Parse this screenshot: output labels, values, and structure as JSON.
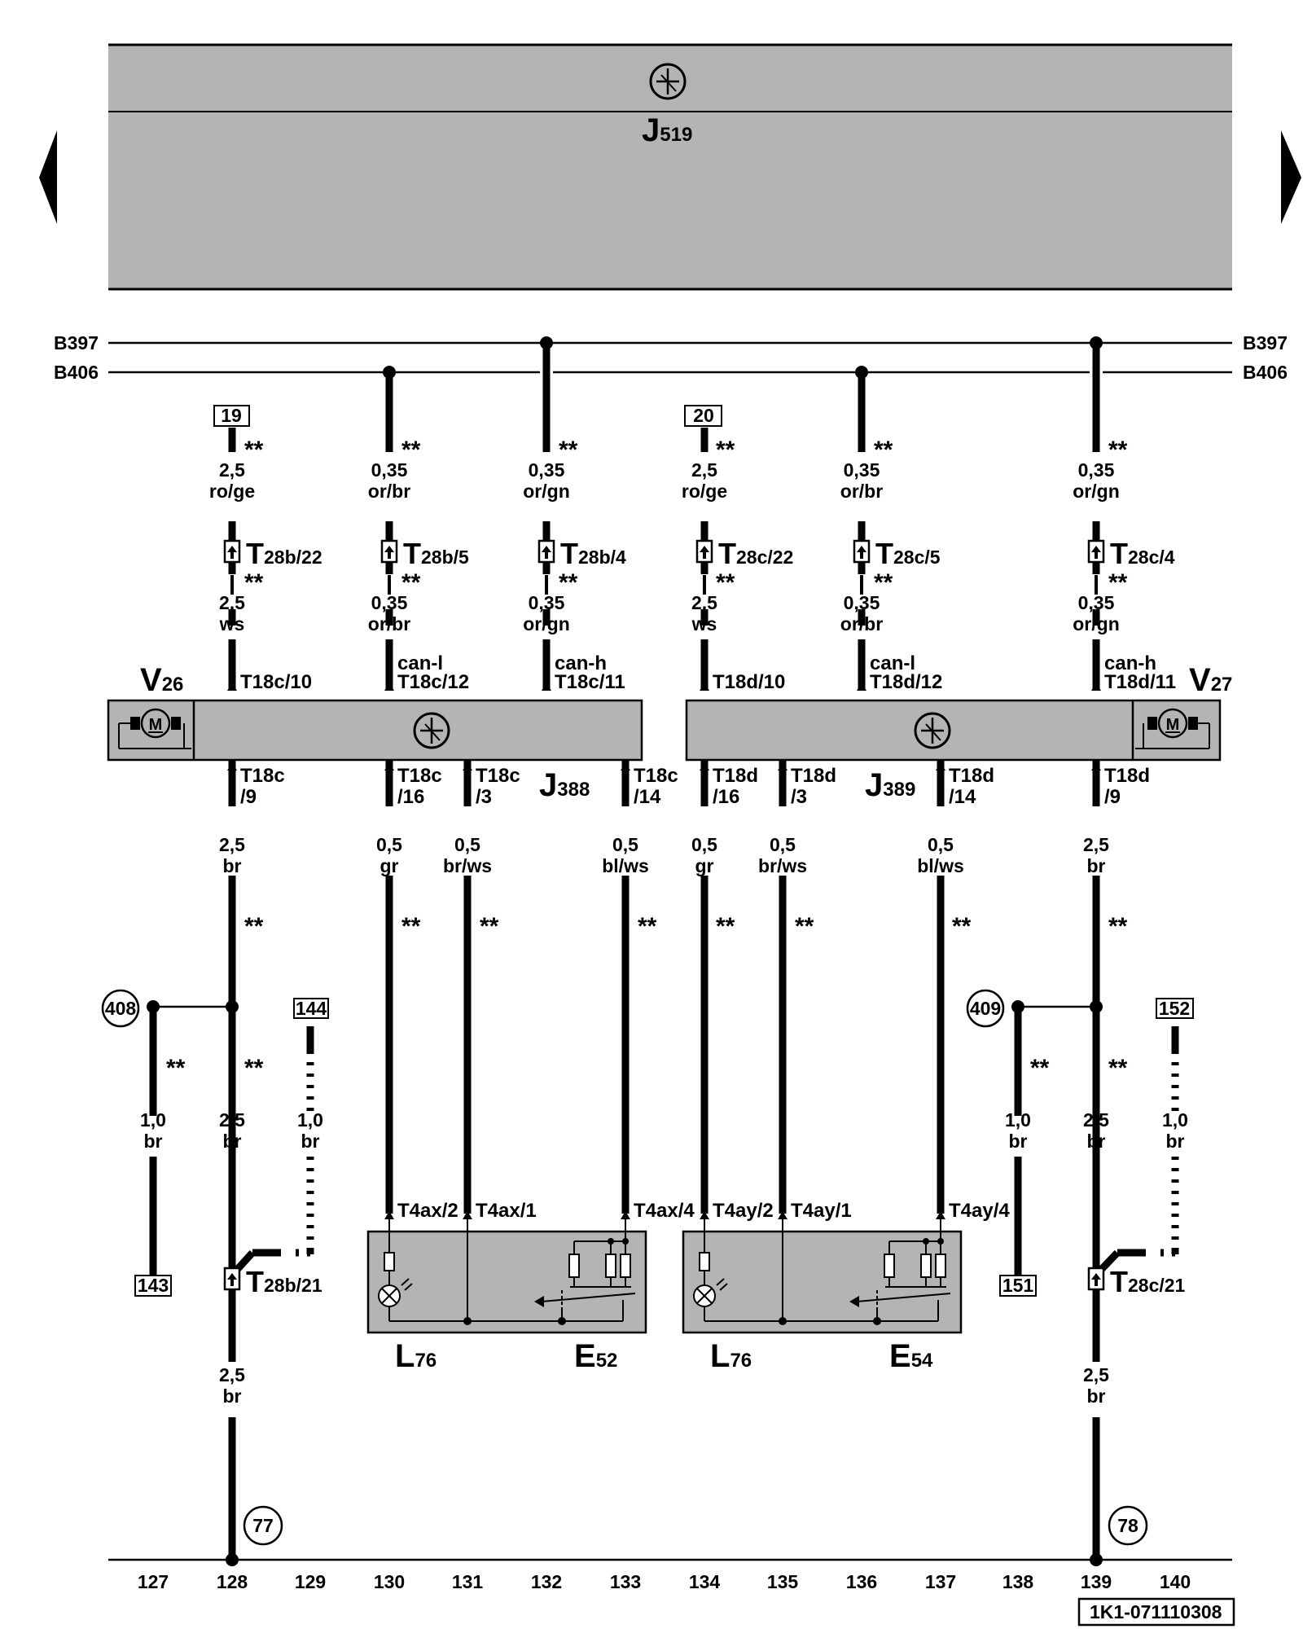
{
  "top_module": {
    "id_main": "J",
    "id_sub": "519"
  },
  "buses": {
    "b397": "B397",
    "b406": "B406"
  },
  "star": "**",
  "refs": {
    "r19": "19",
    "r20": "20",
    "r144": "144",
    "r143": "143",
    "r152": "152",
    "r151": "151",
    "c408": "408",
    "c409": "409",
    "c77": "77",
    "c78": "78"
  },
  "wires": {
    "w128_top": [
      "2,5",
      "ro/ge"
    ],
    "w128_mid": [
      "2,5",
      "ws"
    ],
    "w130_top": [
      "0,35",
      "or/br"
    ],
    "w130_mid": [
      "0,35",
      "or/br"
    ],
    "w132_top": [
      "0,35",
      "or/gn"
    ],
    "w132_mid": [
      "0,35",
      "or/gn"
    ],
    "w134_top": [
      "2,5",
      "ro/ge"
    ],
    "w134_mid": [
      "2,5",
      "ws"
    ],
    "w136_top": [
      "0,35",
      "or/br"
    ],
    "w136_mid": [
      "0,35",
      "or/br"
    ],
    "w139_top": [
      "0,35",
      "or/gn"
    ],
    "w139_mid": [
      "0,35",
      "or/gn"
    ],
    "w128_low": [
      "2,5",
      "br"
    ],
    "w130_low": [
      "0,5",
      "gr"
    ],
    "w131_low": [
      "0,5",
      "br/ws"
    ],
    "w133_low": [
      "0,5",
      "bl/ws"
    ],
    "w134_low": [
      "0,5",
      "gr"
    ],
    "w135_low": [
      "0,5",
      "br/ws"
    ],
    "w137_low": [
      "0,5",
      "bl/ws"
    ],
    "w139_low": [
      "2,5",
      "br"
    ],
    "w127_gnd": [
      "1,0",
      "br"
    ],
    "w128_gnd": [
      "2,5",
      "br"
    ],
    "w129_gnd": [
      "1,0",
      "br"
    ],
    "w138_gnd": [
      "1,0",
      "br"
    ],
    "w139_gnd": [
      "2,5",
      "br"
    ],
    "w140_gnd": [
      "1,0",
      "br"
    ],
    "w128_bot": [
      "2,5",
      "br"
    ],
    "w139_bot": [
      "2,5",
      "br"
    ]
  },
  "connectors": {
    "t28b22": [
      "T",
      "28b/22"
    ],
    "t28b5": [
      "T",
      "28b/5"
    ],
    "t28b4": [
      "T",
      "28b/4"
    ],
    "t28c22": [
      "T",
      "28c/22"
    ],
    "t28c5": [
      "T",
      "28c/5"
    ],
    "t28c4": [
      "T",
      "28c/4"
    ],
    "t28b21": [
      "T",
      "28b/21"
    ],
    "t28c21": [
      "T",
      "28c/21"
    ]
  },
  "pins": {
    "p_t18c10": "T18c/10",
    "p_t18c12": "T18c/12",
    "p_t18c11": "T18c/11",
    "p_t18d10": "T18d/10",
    "p_t18d12": "T18d/12",
    "p_t18d11": "T18d/11",
    "p_canl_l": "can-l",
    "p_canh_l": "can-h",
    "p_canl_r": "can-l",
    "p_canh_r": "can-h",
    "p_l9": [
      "T18c",
      "/9"
    ],
    "p_l16": [
      "T18c",
      "/16"
    ],
    "p_l3": [
      "T18c",
      "/3"
    ],
    "p_l14": [
      "T18c",
      "/14"
    ],
    "p_r16": [
      "T18d",
      "/16"
    ],
    "p_r3": [
      "T18d",
      "/3"
    ],
    "p_r14": [
      "T18d",
      "/14"
    ],
    "p_r9": [
      "T18d",
      "/9"
    ],
    "p_t4ax2": "T4ax/2",
    "p_t4ax1": "T4ax/1",
    "p_t4ax4": "T4ax/4",
    "p_t4ay2": "T4ay/2",
    "p_t4ay1": "T4ay/1",
    "p_t4ay4": "T4ay/4"
  },
  "components": {
    "v26": [
      "V",
      "26"
    ],
    "v27": [
      "V",
      "27"
    ],
    "j388": [
      "J",
      "388"
    ],
    "j389": [
      "J",
      "389"
    ],
    "l76a": [
      "L",
      "76"
    ],
    "e52": [
      "E",
      "52"
    ],
    "l76b": [
      "L",
      "76"
    ],
    "e54": [
      "E",
      "54"
    ],
    "motor": "M"
  },
  "columns": [
    "127",
    "128",
    "129",
    "130",
    "131",
    "132",
    "133",
    "134",
    "135",
    "136",
    "137",
    "138",
    "139",
    "140"
  ],
  "drawing_id": "1K1-071110308",
  "nav": {
    "prev_icon": "triangle-left-icon",
    "next_icon": "triangle-right-icon"
  }
}
